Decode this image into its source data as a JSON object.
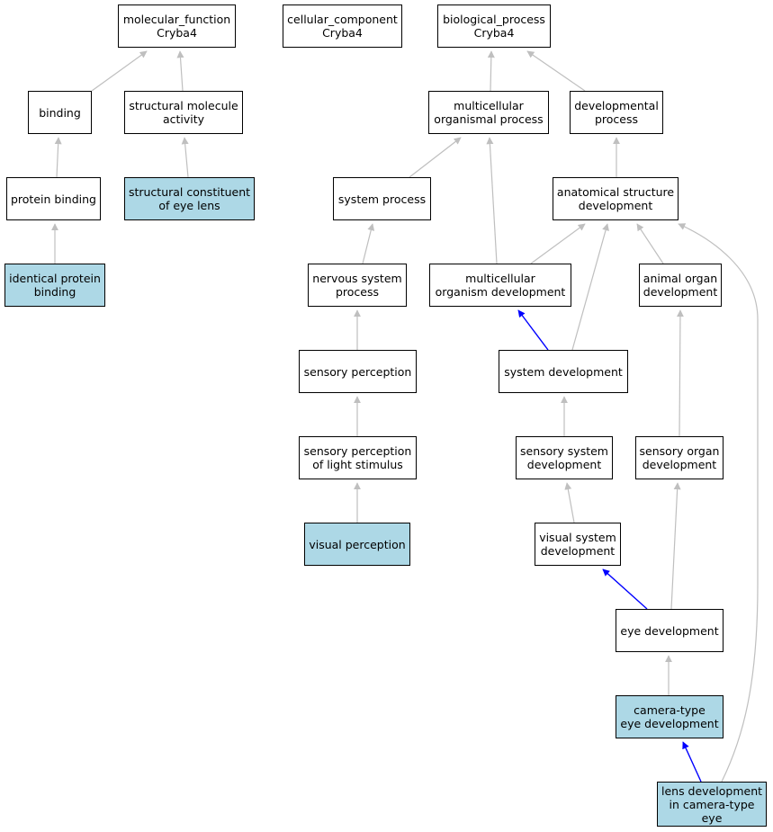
{
  "colors": {
    "background": "#ffffff",
    "node_border": "#000000",
    "highlight_fill": "#add8e6",
    "edge_default": "#bfbfbf",
    "edge_highlight": "#0000ff"
  },
  "nodes": {
    "molecular_function": {
      "label": "molecular_function\nCryba4",
      "highlighted": false
    },
    "cellular_component": {
      "label": "cellular_component\nCryba4",
      "highlighted": false
    },
    "biological_process": {
      "label": "biological_process\nCryba4",
      "highlighted": false
    },
    "binding": {
      "label": "binding",
      "highlighted": false
    },
    "structural_molecule_activity": {
      "label": "structural molecule\nactivity",
      "highlighted": false
    },
    "multicellular_organismal_process": {
      "label": "multicellular\norganismal process",
      "highlighted": false
    },
    "developmental_process": {
      "label": "developmental\nprocess",
      "highlighted": false
    },
    "protein_binding": {
      "label": "protein binding",
      "highlighted": false
    },
    "structural_constituent_of_eye_lens": {
      "label": "structural constituent\nof eye lens",
      "highlighted": true
    },
    "system_process": {
      "label": "system process",
      "highlighted": false
    },
    "anatomical_structure_development": {
      "label": "anatomical structure\ndevelopment",
      "highlighted": false
    },
    "identical_protein_binding": {
      "label": "identical protein\nbinding",
      "highlighted": true
    },
    "nervous_system_process": {
      "label": "nervous system\nprocess",
      "highlighted": false
    },
    "multicellular_organism_development": {
      "label": "multicellular\norganism development",
      "highlighted": false
    },
    "animal_organ_development": {
      "label": "animal organ\ndevelopment",
      "highlighted": false
    },
    "sensory_perception": {
      "label": "sensory perception",
      "highlighted": false
    },
    "system_development": {
      "label": "system development",
      "highlighted": false
    },
    "sensory_perception_of_light_stimulus": {
      "label": "sensory perception\nof light stimulus",
      "highlighted": false
    },
    "sensory_system_development": {
      "label": "sensory system\ndevelopment",
      "highlighted": false
    },
    "sensory_organ_development": {
      "label": "sensory organ\ndevelopment",
      "highlighted": false
    },
    "visual_perception": {
      "label": "visual perception",
      "highlighted": true
    },
    "visual_system_development": {
      "label": "visual system\ndevelopment",
      "highlighted": false
    },
    "eye_development": {
      "label": "eye development",
      "highlighted": false
    },
    "camera_type_eye_development": {
      "label": "camera-type\neye development",
      "highlighted": true
    },
    "lens_development_in_camera_type_eye": {
      "label": "lens development\nin camera-type\neye",
      "highlighted": true
    }
  },
  "edges": [
    {
      "from": "binding",
      "to": "molecular_function",
      "highlighted": false
    },
    {
      "from": "structural_molecule_activity",
      "to": "molecular_function",
      "highlighted": false
    },
    {
      "from": "protein_binding",
      "to": "binding",
      "highlighted": false
    },
    {
      "from": "structural_constituent_of_eye_lens",
      "to": "structural_molecule_activity",
      "highlighted": false
    },
    {
      "from": "identical_protein_binding",
      "to": "protein_binding",
      "highlighted": false
    },
    {
      "from": "multicellular_organismal_process",
      "to": "biological_process",
      "highlighted": false
    },
    {
      "from": "developmental_process",
      "to": "biological_process",
      "highlighted": false
    },
    {
      "from": "system_process",
      "to": "multicellular_organismal_process",
      "highlighted": false
    },
    {
      "from": "multicellular_organism_development",
      "to": "multicellular_organismal_process",
      "highlighted": false
    },
    {
      "from": "anatomical_structure_development",
      "to": "developmental_process",
      "highlighted": false
    },
    {
      "from": "nervous_system_process",
      "to": "system_process",
      "highlighted": false
    },
    {
      "from": "sensory_perception",
      "to": "nervous_system_process",
      "highlighted": false
    },
    {
      "from": "sensory_perception_of_light_stimulus",
      "to": "sensory_perception",
      "highlighted": false
    },
    {
      "from": "visual_perception",
      "to": "sensory_perception_of_light_stimulus",
      "highlighted": false
    },
    {
      "from": "multicellular_organism_development",
      "to": "anatomical_structure_development",
      "highlighted": false
    },
    {
      "from": "system_development",
      "to": "anatomical_structure_development",
      "highlighted": false
    },
    {
      "from": "animal_organ_development",
      "to": "anatomical_structure_development",
      "highlighted": false
    },
    {
      "from": "lens_development_in_camera_type_eye",
      "to": "anatomical_structure_development",
      "highlighted": false
    },
    {
      "from": "system_development",
      "to": "multicellular_organism_development",
      "highlighted": true
    },
    {
      "from": "sensory_system_development",
      "to": "system_development",
      "highlighted": false
    },
    {
      "from": "visual_system_development",
      "to": "sensory_system_development",
      "highlighted": false
    },
    {
      "from": "sensory_organ_development",
      "to": "animal_organ_development",
      "highlighted": false
    },
    {
      "from": "eye_development",
      "to": "sensory_organ_development",
      "highlighted": false
    },
    {
      "from": "eye_development",
      "to": "visual_system_development",
      "highlighted": true
    },
    {
      "from": "camera_type_eye_development",
      "to": "eye_development",
      "highlighted": false
    },
    {
      "from": "lens_development_in_camera_type_eye",
      "to": "camera_type_eye_development",
      "highlighted": true
    }
  ]
}
